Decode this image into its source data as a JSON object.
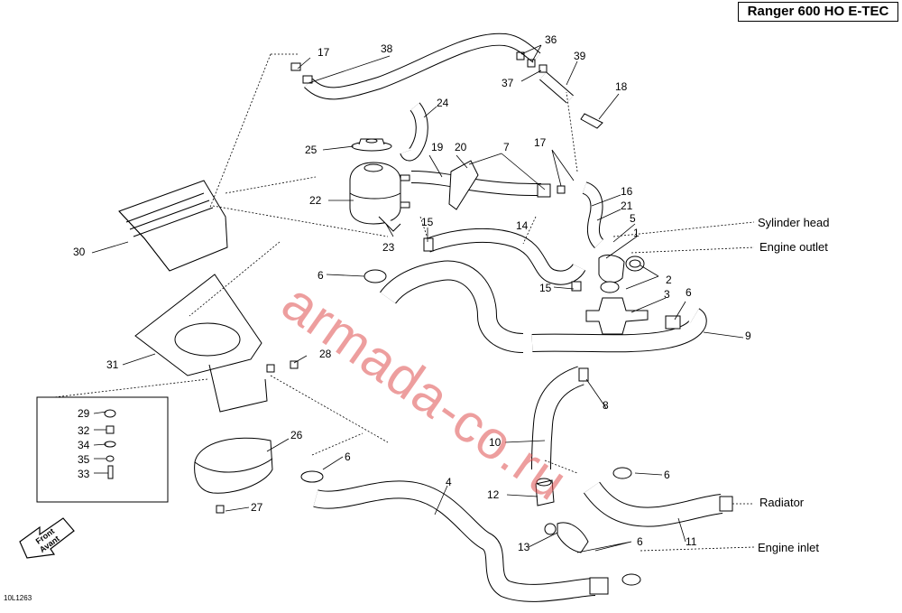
{
  "title": "Ranger 600 HO E-TEC",
  "ref_code": "10L1263",
  "watermark": "armada-co.ru",
  "front_arrow": {
    "line1": "Front",
    "line2": "Avant"
  },
  "annotations": {
    "cylinder_head": "Sylinder head",
    "engine_outlet": "Engine outlet",
    "radiator": "Radiator",
    "engine_inlet": "Engine inlet"
  },
  "callouts": [
    "1",
    "2",
    "3",
    "4",
    "5",
    "6",
    "7",
    "8",
    "9",
    "10",
    "11",
    "12",
    "13",
    "14",
    "15",
    "16",
    "17",
    "18",
    "19",
    "20",
    "21",
    "22",
    "23",
    "24",
    "25",
    "26",
    "27",
    "28",
    "29",
    "30",
    "31",
    "32",
    "33",
    "34",
    "35",
    "36",
    "37",
    "38",
    "39"
  ],
  "colors": {
    "line": "#000000",
    "hose_fill": "#ffffff",
    "watermark": "#e05050"
  }
}
